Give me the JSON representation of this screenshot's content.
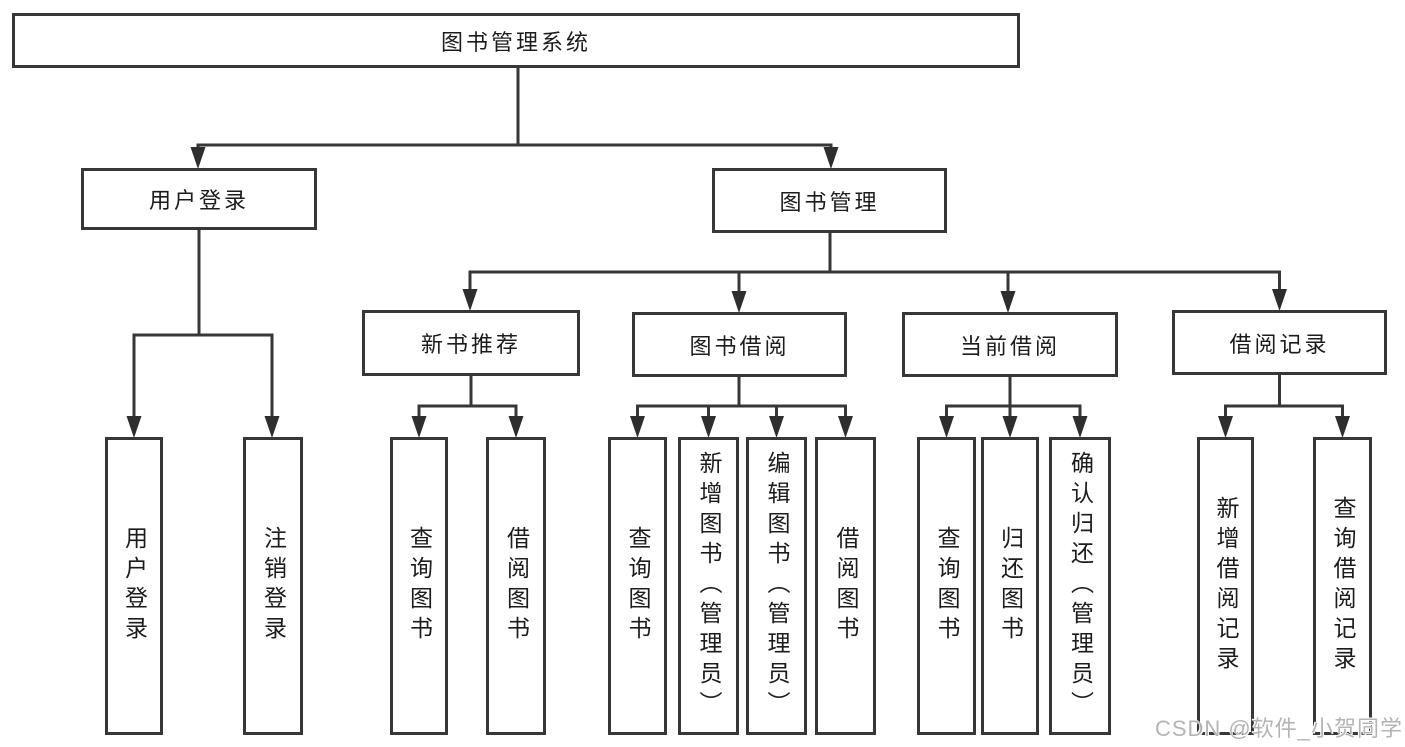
{
  "diagram": {
    "tree": {
      "label": "图书管理系统",
      "children": [
        {
          "label": "用户登录",
          "children": [
            {
              "label": "用户登录"
            },
            {
              "label": "注销登录"
            }
          ]
        },
        {
          "label": "图书管理",
          "children": [
            {
              "label": "新书推荐",
              "children": [
                {
                  "label": "查询图书"
                },
                {
                  "label": "借阅图书"
                }
              ]
            },
            {
              "label": "图书借阅",
              "children": [
                {
                  "label": "查询图书"
                },
                {
                  "label": "新增图书（管理员）"
                },
                {
                  "label": "编辑图书（管理员）"
                },
                {
                  "label": "借阅图书"
                }
              ]
            },
            {
              "label": "当前借阅",
              "children": [
                {
                  "label": "查询图书"
                },
                {
                  "label": "归还图书"
                },
                {
                  "label": "确认归还（管理员）"
                }
              ]
            },
            {
              "label": "借阅记录",
              "children": [
                {
                  "label": "新增借阅记录"
                },
                {
                  "label": "查询借阅记录"
                }
              ]
            }
          ]
        }
      ]
    },
    "colors": {
      "line": "#373737",
      "text": "#1c1c1c",
      "background": "#ffffff",
      "watermark": "#b4b4b4"
    }
  },
  "watermark": {
    "text": "CSDN @软件_小贺同学"
  }
}
